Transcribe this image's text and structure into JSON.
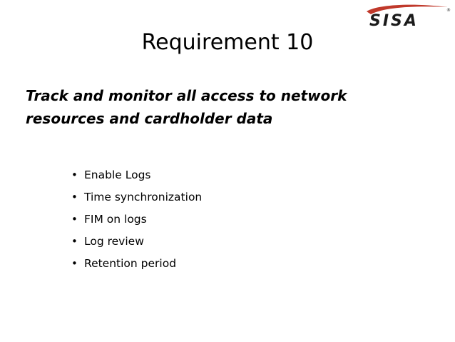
{
  "logo": {
    "text": "SISA",
    "registered_mark": "®",
    "colors": {
      "text": "#1a1a1a",
      "swoosh": "#c0392b"
    }
  },
  "slide": {
    "title": "Requirement 10",
    "subtitle_lines": [
      "Track and monitor all access to network",
      "resources and cardholder data"
    ],
    "bullet_glyph": "•",
    "bullets": [
      "Enable Logs",
      "Time synchronization",
      "FIM on logs",
      "Log review",
      "Retention period"
    ]
  }
}
